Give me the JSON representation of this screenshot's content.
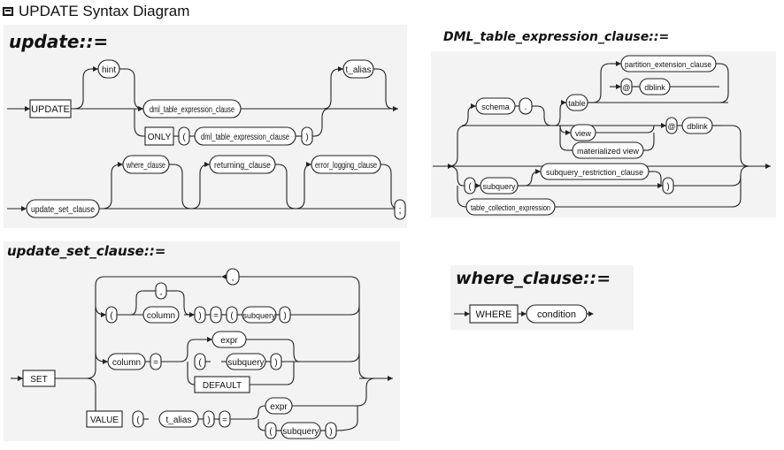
{
  "page": {
    "title": "UPDATE Syntax  Diagram"
  },
  "update": {
    "title": "update::=",
    "items": {
      "update": "UPDATE",
      "hint": "hint",
      "dml_table_expression_clause": "dml_table_expression_clause",
      "only": "ONLY",
      "lparen": "(",
      "dml_table_expression_clause_2": "dml_table_expression_clause",
      "rparen": ")",
      "t_alias": "t_alias",
      "update_set_clause": "update_set_clause",
      "where_clause": "where_clause",
      "returning_clause": "returning_clause",
      "error_logging_clause": "error_logging_clause",
      "semicolon": ";"
    }
  },
  "dml": {
    "title": "DML_table_expression_clause::=",
    "items": {
      "schema": "schema",
      "dot": ".",
      "table": "table",
      "partition_extension_clause": "partition_extension_clause",
      "at1": "@",
      "dblink1": "dblink",
      "view": "view",
      "materialized_view": "materialized view",
      "at2": "@",
      "dblink2": "dblink",
      "lparen": "(",
      "subquery": "subquery",
      "subquery_restriction_clause": "subquery_restriction_clause",
      "rparen": ")",
      "table_collection_expression": "table_collection_expression"
    }
  },
  "set_clause": {
    "title": "update_set_clause::=",
    "items": {
      "comma_top": ",",
      "comma_inner": ",",
      "lparen1": "(",
      "column1": "column",
      "rparen1": ")",
      "eq1": "=",
      "lparen2": "(",
      "subquery1": "subquery",
      "rparen2": ")",
      "set": "SET",
      "column2": "column",
      "eq2": "=",
      "expr1": "expr",
      "lparen3": "(",
      "subquery2": "subquery",
      "rparen3": ")",
      "default": "DEFAULT",
      "value": "VALUE",
      "lparen4": "(",
      "t_alias": "t_alias",
      "rparen4": ")",
      "eq3": "=",
      "expr2": "expr",
      "lparen5": "(",
      "subquery3": "subquery",
      "rparen5": ")"
    }
  },
  "where": {
    "title": "where_clause::=",
    "items": {
      "where": "WHERE",
      "condition": "condition"
    }
  }
}
